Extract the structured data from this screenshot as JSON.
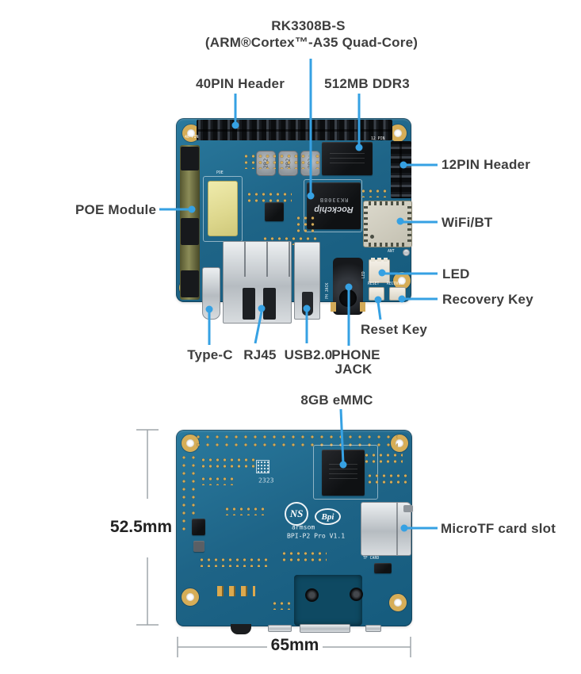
{
  "callouts": {
    "soc": {
      "line1": "RK3308B-S",
      "line2": "(ARM®Cortex™-A35 Quad-Core)"
    },
    "header40": {
      "label": "40PIN Header"
    },
    "ddr3": {
      "label": "512MB DDR3"
    },
    "header12": {
      "label": "12PIN Header"
    },
    "poe": {
      "label": "POE Module"
    },
    "wifi": {
      "label": "WiFi/BT"
    },
    "led": {
      "label": "LED"
    },
    "recovery": {
      "label": "Recovery Key"
    },
    "reset": {
      "label": "Reset Key"
    },
    "typec": {
      "label": "Type-C"
    },
    "rj45": {
      "label": "RJ45"
    },
    "usb": {
      "label": "USB2.0"
    },
    "phone": {
      "line1": "PHONE",
      "line2": "JACK"
    },
    "emmc": {
      "label": "8GB eMMC"
    },
    "microtf": {
      "label": "MicroTF card slot"
    }
  },
  "dimensions": {
    "board_height": "52.5mm",
    "board_width": "65mm"
  },
  "board_front": {
    "silkscreen": {
      "pin40": "40 PIN",
      "pin12": "12 PIN",
      "poe": "POE",
      "led": "LED",
      "reset": "RESET",
      "recovery": "RECOVERY",
      "ant": "ANT",
      "phone_jack": "PH JACK"
    },
    "soc": {
      "brand": "Rockchip",
      "model": "RK3308B"
    },
    "inductor_marking": "2R2"
  },
  "board_back": {
    "silkscreen": {
      "logo1": "NS",
      "logo2": "Bpi",
      "brand": "armsom",
      "model": "BPI-P2 Pro V1.1",
      "date_code": "2323",
      "tf_card": "TF CARD"
    }
  },
  "colors": {
    "callout_line": "#36a1e3",
    "dimension_line": "#9fa5aa",
    "pcb_base": "#1e6487",
    "label_text": "#3e3e3e"
  }
}
